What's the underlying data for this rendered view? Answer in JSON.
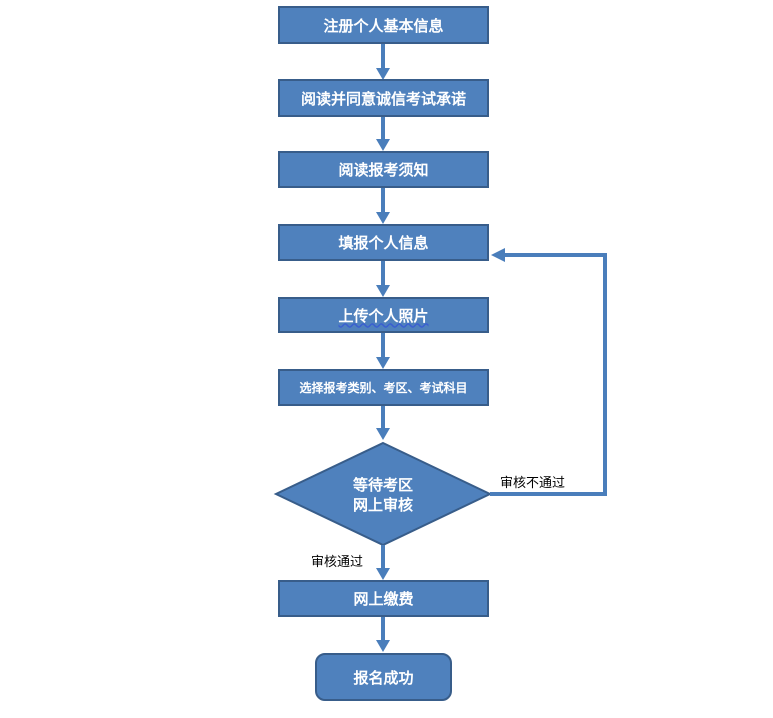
{
  "flowchart": {
    "steps": [
      {
        "label": "注册个人基本信息"
      },
      {
        "label": "阅读并同意诚信考试承诺"
      },
      {
        "label": "阅读报考须知"
      },
      {
        "label": "填报个人信息"
      },
      {
        "label": "上传个人照片"
      },
      {
        "label": "选择报考类别、考区、考试科目"
      }
    ],
    "decision": {
      "line1": "等待考区",
      "line2": "网上审核"
    },
    "pay": {
      "label": "网上缴费"
    },
    "end": {
      "label": "报名成功"
    },
    "edges": {
      "reject": "审核不通过",
      "approve": "审核通过"
    }
  },
  "colors": {
    "fill": "#4f81bd",
    "stroke": "#385d8a",
    "arrow": "#4a7ebb",
    "text": "#ffffff"
  }
}
